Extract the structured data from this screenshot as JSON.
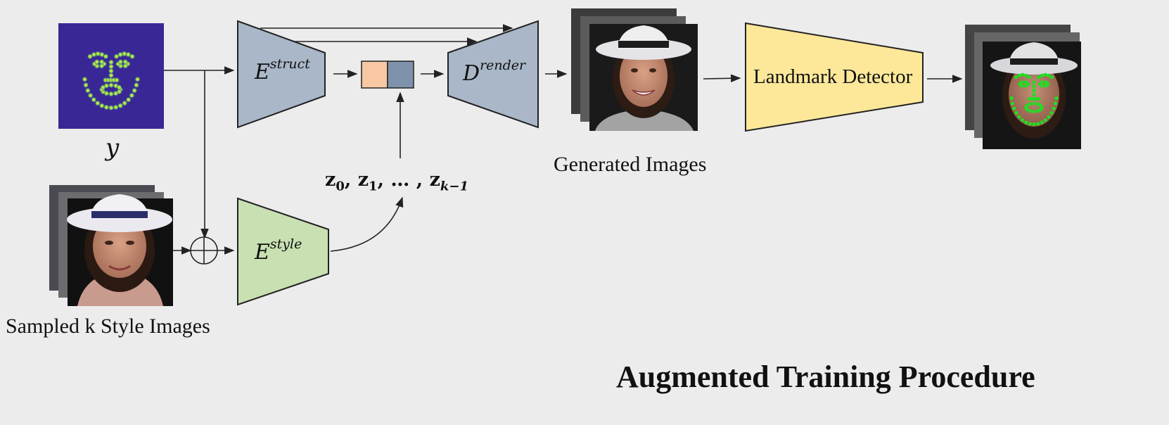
{
  "title": "Augmented Training Procedure",
  "inputs": {
    "landmark_heatmap_label": "y",
    "style_images_label": "Sampled k Style Images"
  },
  "blocks": {
    "structure_encoder": {
      "base": "E",
      "sup": "struct"
    },
    "style_encoder": {
      "base": "E",
      "sup": "style"
    },
    "renderer": {
      "base": "D",
      "sup": "render"
    },
    "landmark_detector": "Landmark Detector"
  },
  "latents": {
    "z0": "z",
    "z0_sub": "0",
    "z1": "z",
    "z1_sub": "1",
    "dots": "…",
    "zk": "z",
    "zk_sub": "k−1"
  },
  "outputs": {
    "generated_label": "Generated Images"
  },
  "colors": {
    "background": "#ececec",
    "heatmap_bg": "#3a2796",
    "heatmap_point": "#d8e93a",
    "struct_block": "#a9b7c8",
    "style_block": "#c8e0b2",
    "render_block": "#a9b7c8",
    "detector_block": "#fde89a",
    "latent_style": "#f8c8a4",
    "latent_struct": "#7f92ab",
    "landmark_dots": "#22dd22"
  }
}
